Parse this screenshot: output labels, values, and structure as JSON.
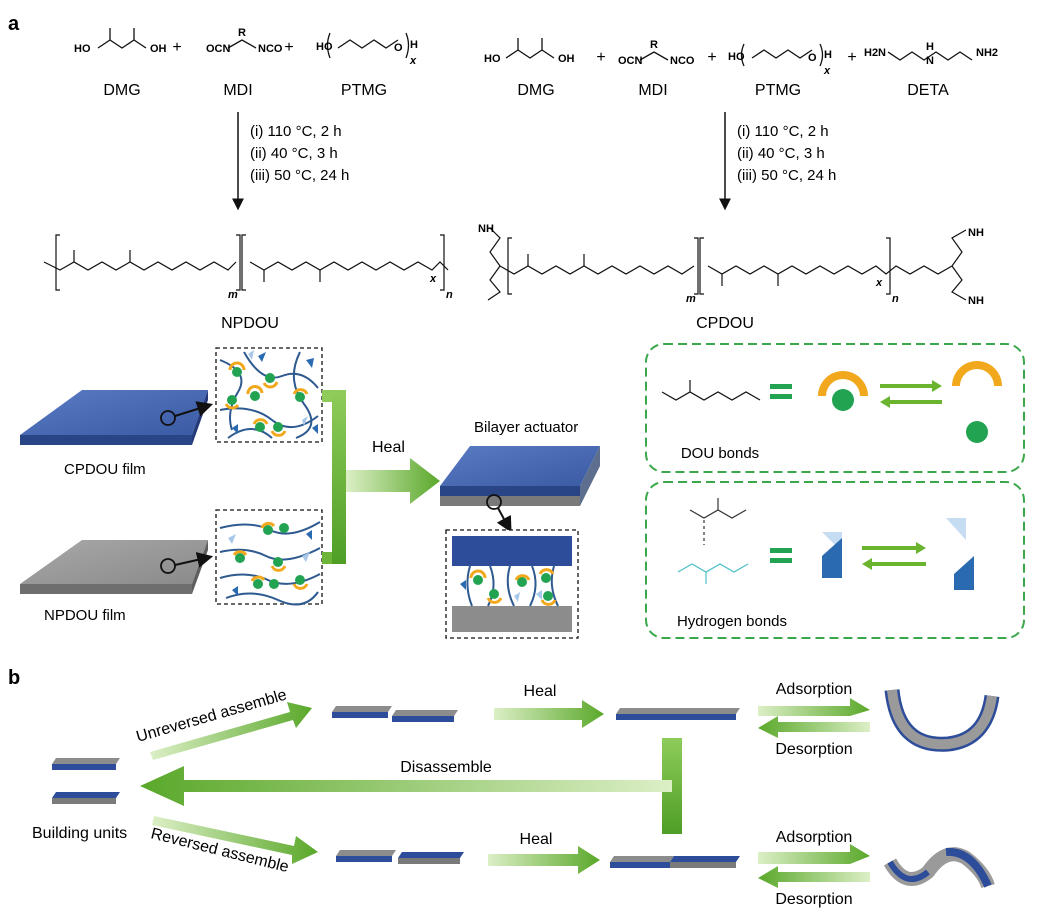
{
  "panels": {
    "a": "a",
    "b": "b"
  },
  "reaction_left": {
    "reagents": [
      "DMG",
      "MDI",
      "PTMG"
    ],
    "plus": "+",
    "conditions": [
      "(i) 110 °C, 2 h",
      "(ii) 40 °C, 3 h",
      "(iii) 50 °C, 24 h"
    ],
    "product": "NPDOU"
  },
  "reaction_right": {
    "reagents": [
      "DMG",
      "MDI",
      "PTMG",
      "DETA"
    ],
    "plus": "+",
    "conditions": [
      "(i) 110 °C, 2 h",
      "(ii) 40 °C, 3 h",
      "(iii) 50 °C, 24 h"
    ],
    "product": "CPDOU"
  },
  "chem": {
    "hon": "HO",
    "noh": "OH",
    "n": "N",
    "ocn": "OCN",
    "nco": "NCO",
    "r": "R",
    "ho": "HO",
    "h": "H",
    "x": "x",
    "m": "m",
    "nsub": "n",
    "o": "O",
    "h2n": "H2N",
    "nh2": "NH2",
    "nh": "NH"
  },
  "films": {
    "cpdou": "CPDOU film",
    "npdou": "NPDOU film",
    "heal": "Heal",
    "bilayer": "Bilayer actuator"
  },
  "legend": {
    "dou": "DOU bonds",
    "hydrogen": "Hydrogen bonds"
  },
  "panel_b": {
    "building_units": "Building units",
    "unreversed": "Unreversed assemble",
    "reversed": "Reversed assemble",
    "heal_top": "Heal",
    "heal_bottom": "Heal",
    "disassemble": "Disassemble",
    "adsorption_top": "Adsorption",
    "desorption_top": "Desorption",
    "adsorption_bottom": "Adsorption",
    "desorption_bottom": "Desorption"
  },
  "colors": {
    "blue": "#3b5ea8",
    "blue_dark": "#2a4585",
    "gray": "#8c8c8c",
    "green_arrow": "#6ab42f",
    "green_dash": "#3aa84a",
    "orange": "#f2a81d",
    "green_dot": "#22a352",
    "chain": "#2e5a8f",
    "teal": "#4dbfc6"
  }
}
